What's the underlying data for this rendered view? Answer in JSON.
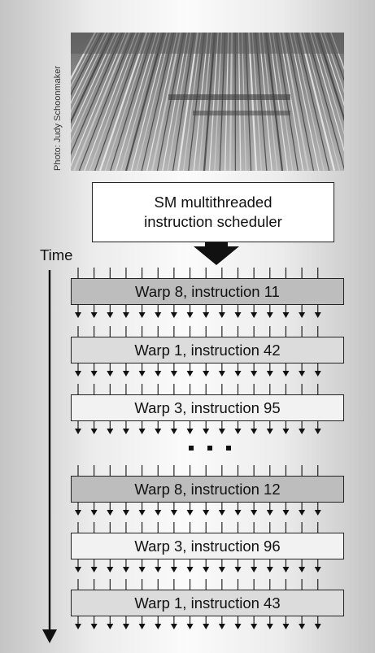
{
  "photo_credit": "Photo: Judy Schoonmaker",
  "scheduler": {
    "line1": "SM multithreaded",
    "line2": "instruction scheduler"
  },
  "time_label": "Time",
  "warps": [
    {
      "label": "Warp 8, instruction 11",
      "fill": "#bdbdbd"
    },
    {
      "label": "Warp 1, instruction 42",
      "fill": "#dcdcdc"
    },
    {
      "label": "Warp 3, instruction 95",
      "fill": "#f2f2f2"
    },
    {
      "label": "Warp 8, instruction 12",
      "fill": "#bdbdbd"
    },
    {
      "label": "Warp 3, instruction 96",
      "fill": "#f2f2f2"
    },
    {
      "label": "Warp 1, instruction 43",
      "fill": "#dcdcdc"
    }
  ],
  "ellipsis": "· · ·",
  "colors": {
    "line": "#111111"
  }
}
